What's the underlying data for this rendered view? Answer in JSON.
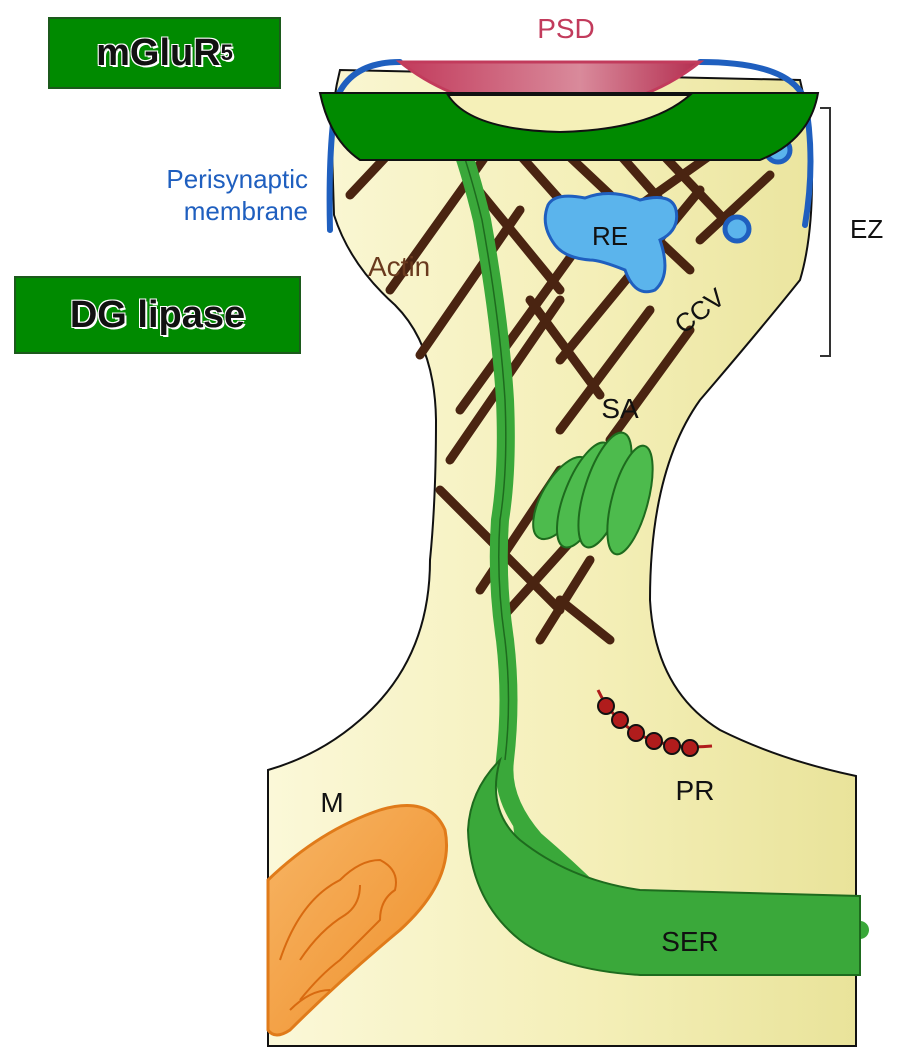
{
  "badges": {
    "mglur_text": "mGluR",
    "mglur_subscript": "5",
    "dg_lipase": "DG lipase"
  },
  "labels": {
    "psd": "PSD",
    "perisynaptic_line1": "Perisynaptic",
    "perisynaptic_line2": "membrane",
    "ez": "EZ",
    "actin": "Actin",
    "re": "RE",
    "ccv": "CCV",
    "sa": "SA",
    "pr": "PR",
    "m": "M",
    "ser": "SER"
  },
  "colors": {
    "cytoplasm": "#f5f0b8",
    "actin": "#4a2411",
    "membrane_blue": "#1f5fbf",
    "psd": "#c23b5c",
    "green_er": "#3aa83a",
    "badge_green": "#008a00",
    "mitochondrion": "#f4a24b",
    "polyribosome": "#b01c1c",
    "recycling_endosome": "#5bb4ec"
  },
  "icons": {
    "clathrin_vesicle": "circle-vesicle-icon",
    "mitochondrion": "mitochondrion-icon",
    "polyribosome": "polyribosome-icon"
  }
}
